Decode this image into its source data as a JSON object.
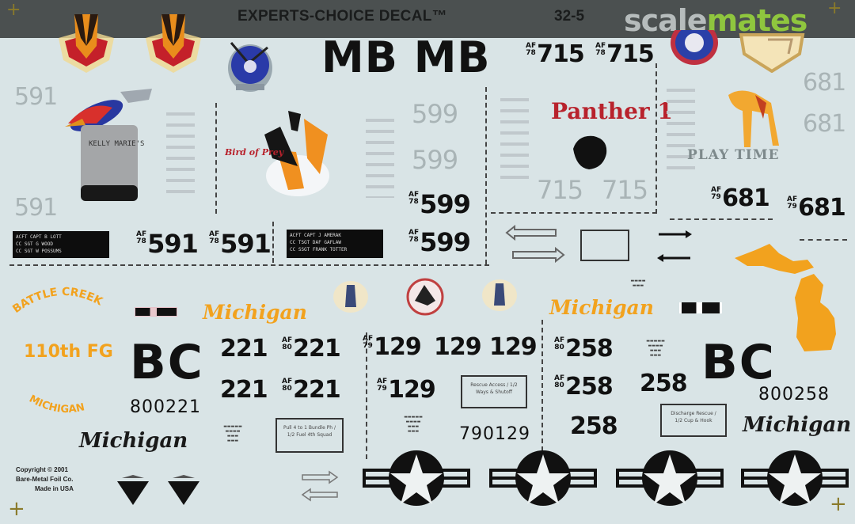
{
  "header": {
    "title": "EXPERTS-CHOICE DECAL™",
    "code": "32-5",
    "watermark": {
      "part1": "scale",
      "part2": "mates",
      "colors": {
        "part1": "#b6bcbc",
        "part2": "#8fc63e"
      }
    }
  },
  "colors": {
    "background": "#d9e4e6",
    "topbar": "#4b5050",
    "orange": "#f2a21e",
    "black": "#111111",
    "ghost_grey": "#a9b4b6",
    "red": "#b8222c"
  },
  "top_codes": {
    "mb": "MB MB"
  },
  "serials": {
    "s591": {
      "ghost": [
        "591",
        "591"
      ],
      "black": [
        "591",
        "591"
      ],
      "prefix": [
        "AF",
        "78"
      ]
    },
    "s599": {
      "ghost": [
        "599",
        "599"
      ],
      "black": [
        "599",
        "599"
      ],
      "prefix": [
        "AF",
        "78"
      ]
    },
    "s715": {
      "ghost": [
        "715",
        "715"
      ],
      "black": [
        "715",
        "715"
      ],
      "prefix": [
        "AF",
        "78"
      ]
    },
    "s681": {
      "ghost": [
        "681",
        "681"
      ],
      "black": [
        "681",
        "681"
      ],
      "prefix": [
        "AF",
        "79"
      ]
    },
    "s221": {
      "plain": [
        "221",
        "221"
      ],
      "prefixed": [
        "221",
        "221"
      ],
      "prefix": [
        "AF",
        "80"
      ],
      "full": "800221"
    },
    "s129": {
      "prefixed": [
        "129",
        "129"
      ],
      "plain": [
        "129",
        "129"
      ],
      "prefix": [
        "AF",
        "79"
      ],
      "full": "790129"
    },
    "s258": {
      "prefixed": [
        "258",
        "258"
      ],
      "plain": [
        "258",
        "258"
      ],
      "prefix": [
        "AF",
        "80"
      ],
      "full": "800258"
    }
  },
  "nose_art": {
    "kelly": "KELLY MARIE'S",
    "bird_of_prey": "Bird of Prey",
    "panther": "Panther 1",
    "play_time": "PLAY TIME"
  },
  "crew_boxes": {
    "box591": [
      "ACFT CAPT B LOTT",
      "CC SGT G WOOD",
      "CC SGT W POSSUMS"
    ],
    "box599": [
      "ACFT CAPT J AMERAK",
      "CC TSGT DAF GAFLAW",
      "CC SSGT FRANK TOTTER"
    ]
  },
  "unit_text": {
    "battle_creek": "BATTLE CREEK",
    "fg": "110th FG",
    "michigan_arc": "MICHIGAN",
    "michigan_script": [
      "Michigan",
      "Michigan",
      "Michigan",
      "Michigan"
    ],
    "tail_code": [
      "BC",
      "BC"
    ]
  },
  "stencil_boxes": [
    "Pull 4 to 1 Bundle Ph / 1/2 Fuel 4th Squad",
    "Rescue Access / 1/2 Ways & Shutoff",
    "Discharge Rescue / 1/2 Cup & Hook"
  ],
  "copyright": [
    "Copyright © 2001",
    "Bare-Metal Foil Co.",
    "Made in USA"
  ],
  "insignia": {
    "count": 4,
    "label": "us-star-and-bar"
  }
}
